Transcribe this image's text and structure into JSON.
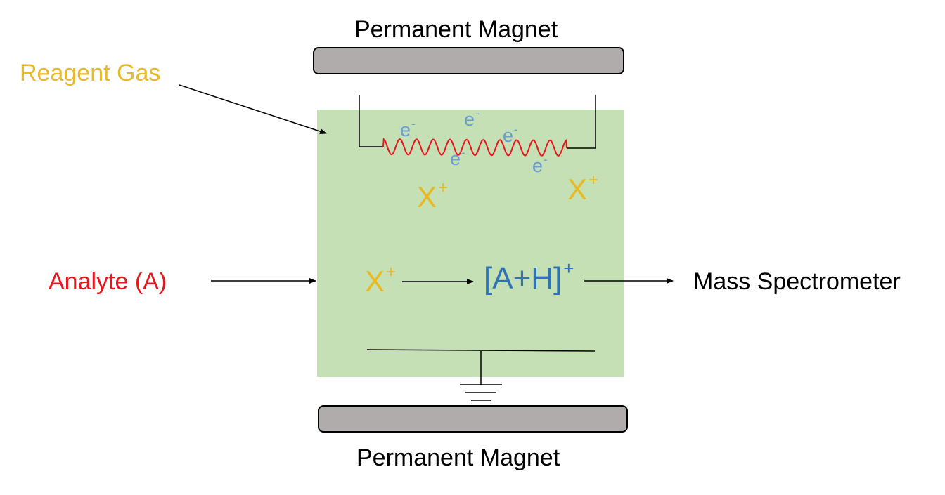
{
  "title_top": "Permanent Magnet",
  "title_bottom": "Permanent Magnet",
  "reagent_gas": "Reagent Gas",
  "analyte": "Analyte (A)",
  "mass_spectrometer": "Mass Spectrometer",
  "electron": {
    "symbol": "e",
    "charge": "-"
  },
  "reagent_ion": {
    "symbol": "X",
    "charge": "+"
  },
  "product_ion": {
    "symbol": "[A+H]",
    "charge": "+"
  },
  "colors": {
    "chamber": "#c5e0b4",
    "magnet": "#b0acab",
    "reagent_gas_text": "#e8b92b",
    "analyte_text": "#e8151b",
    "electron_text": "#6b9bd1",
    "ion_text": "#e8b920",
    "product_text": "#2e74b5",
    "filament": "#e8151b"
  }
}
